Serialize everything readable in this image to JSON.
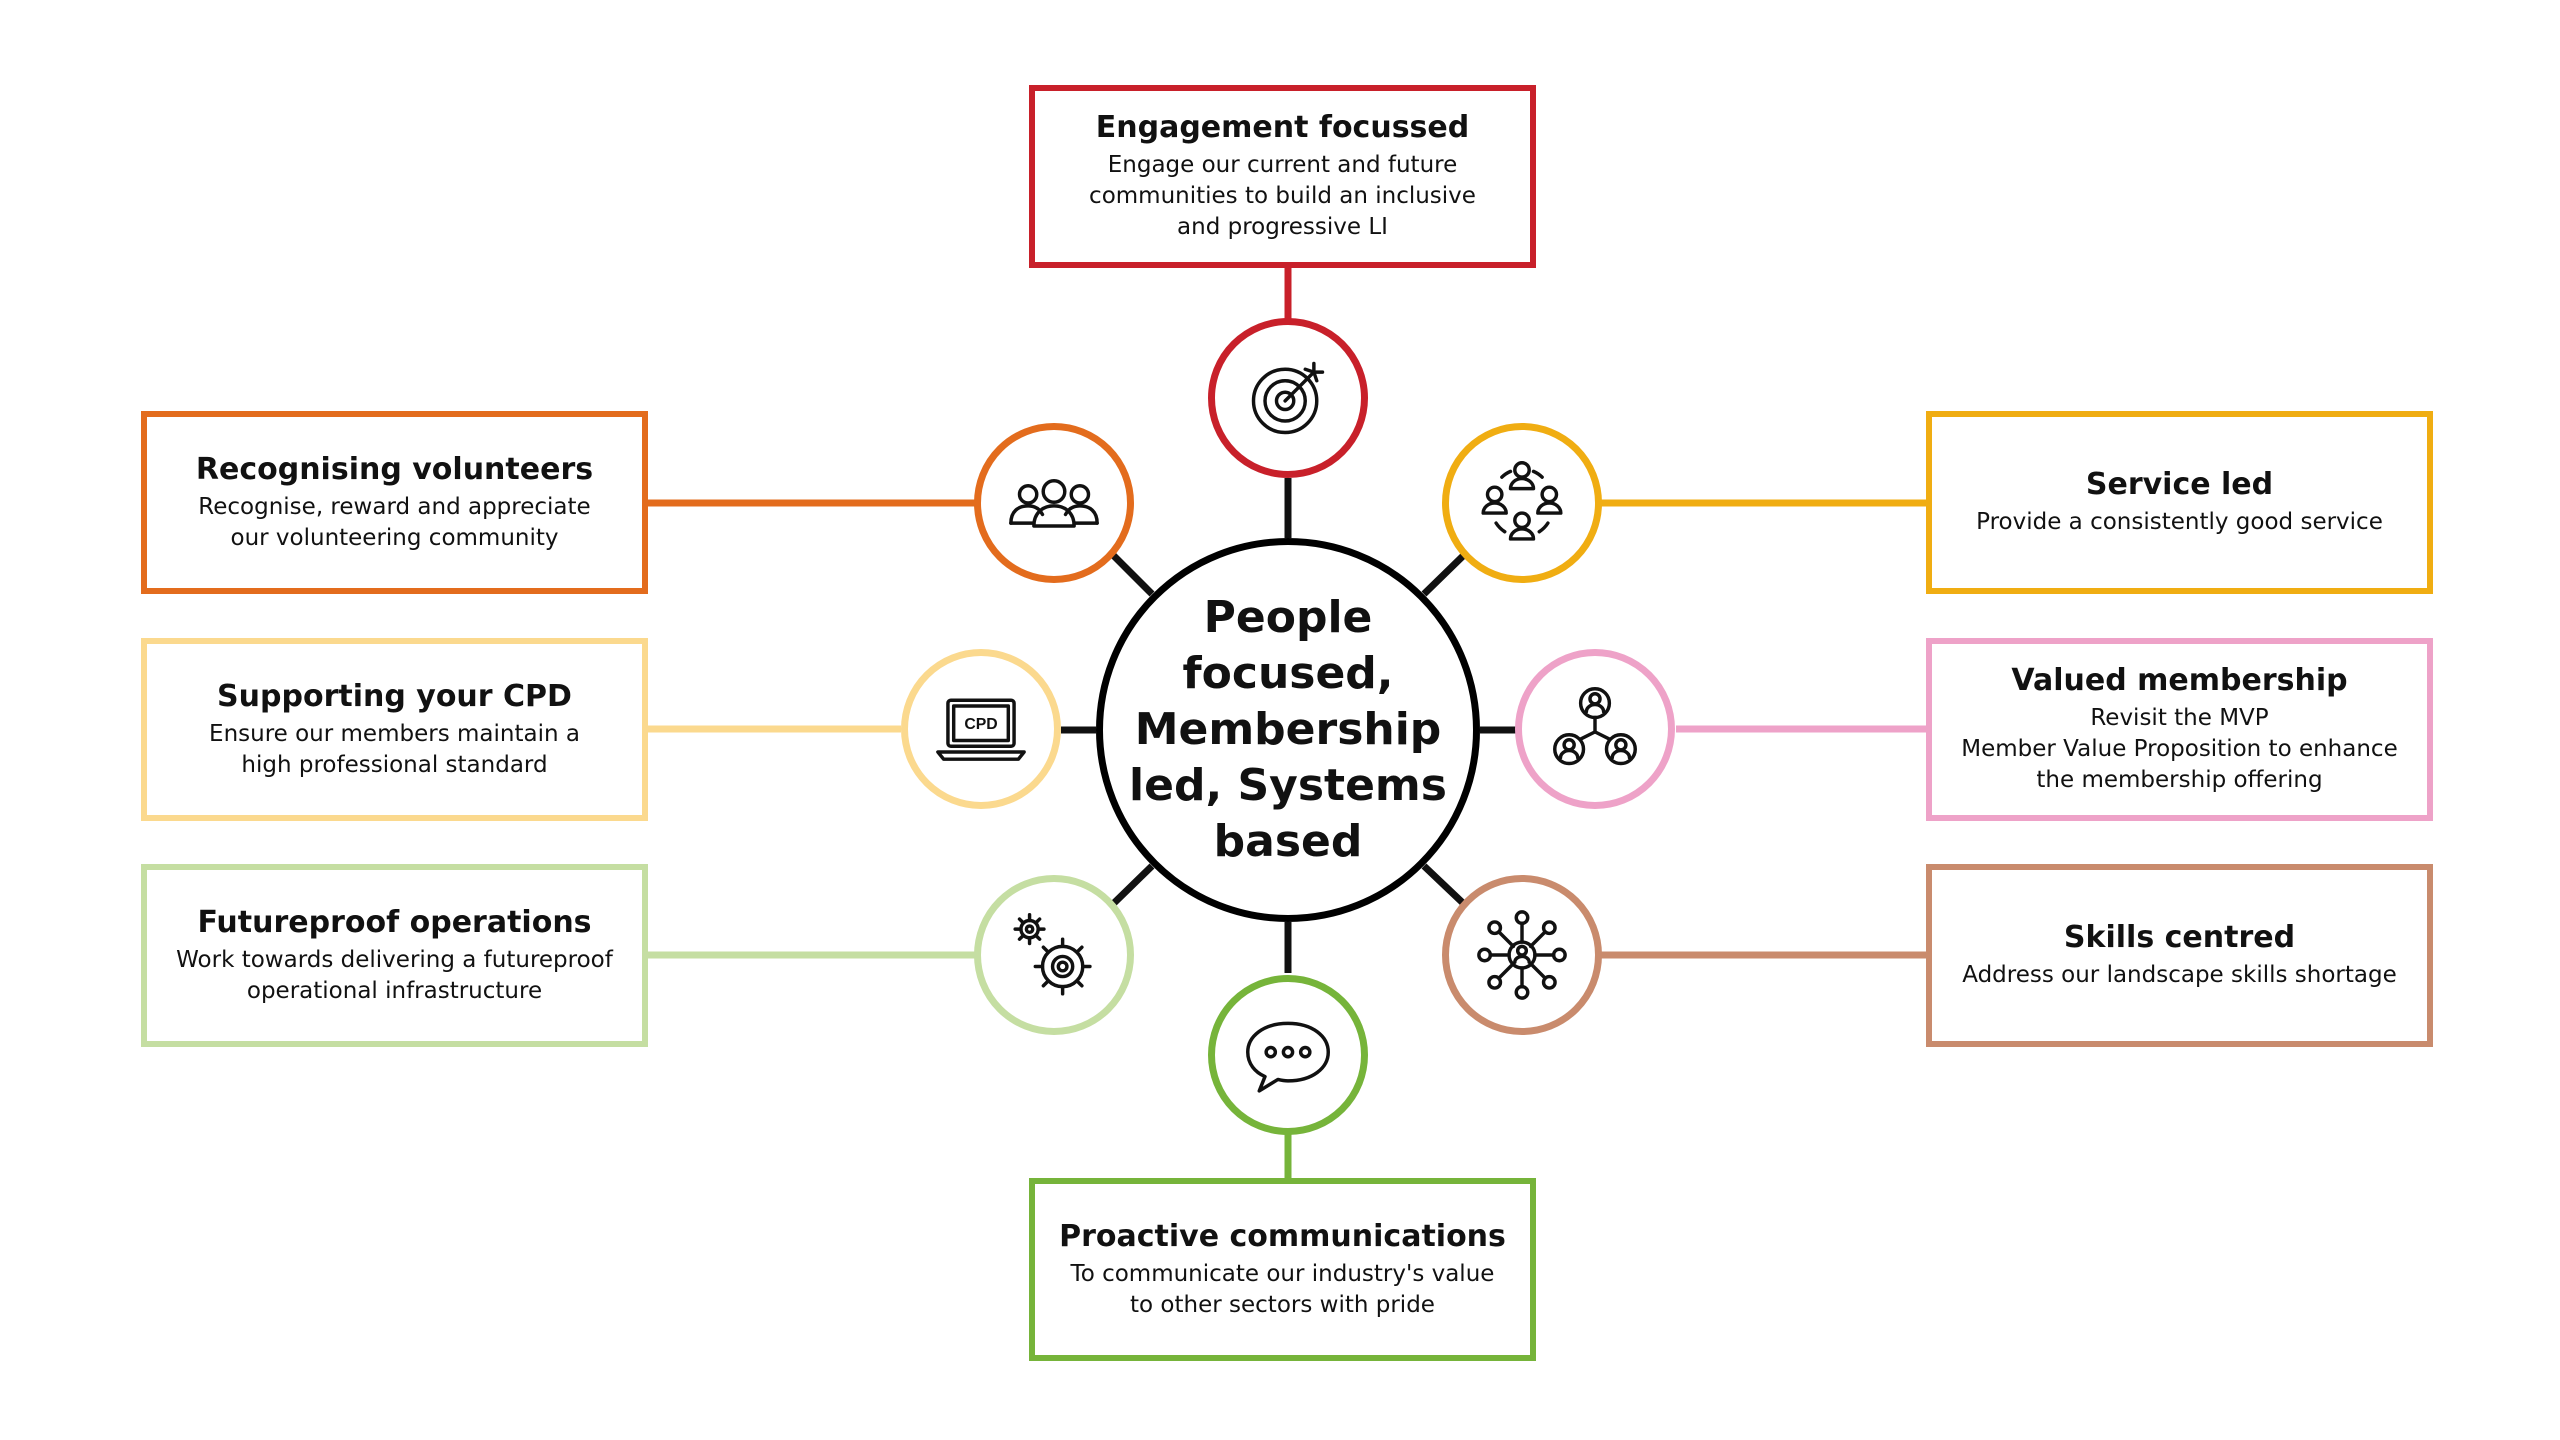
{
  "center": {
    "text": "People\nfocused,\nMembership\nled, Systems\nbased"
  },
  "colors": {
    "engagement": "#c8202a",
    "service": "#f0ad12",
    "membership": "#eea2c8",
    "skills": "#c98b6d",
    "communications": "#76b43a",
    "futureproof": "#c5dea2",
    "cpd": "#fbd98e",
    "volunteers": "#e36c1d",
    "spokes": "#111111"
  },
  "items": {
    "engagement": {
      "title": "Engagement focussed",
      "desc": "Engage our current and future communities to build an inclusive and progressive LI",
      "icon": "target-icon"
    },
    "service": {
      "title": "Service led",
      "desc": "Provide a consistently good service",
      "icon": "people-network-icon"
    },
    "membership": {
      "title": "Valued membership",
      "desc": "Revisit the MVP\nMember Value Proposition to enhance the membership offering",
      "icon": "membership-icon"
    },
    "skills": {
      "title": "Skills centred",
      "desc": "Address our landscape skills shortage",
      "icon": "network-hub-icon"
    },
    "communications": {
      "title": "Proactive communications",
      "desc": "To communicate our industry's value to other sectors with pride",
      "icon": "speech-bubble-icon"
    },
    "futureproof": {
      "title": "Futureproof operations",
      "desc": "Work towards delivering a futureproof operational infrastructure",
      "icon": "gears-icon"
    },
    "cpd": {
      "title": "Supporting your CPD",
      "desc": "Ensure our members maintain a high professional standard",
      "icon": "laptop-icon",
      "icon_label": "CPD"
    },
    "volunteers": {
      "title": "Recognising volunteers",
      "desc": "Recognise, reward and appreciate our volunteering community",
      "icon": "group-icon"
    }
  }
}
